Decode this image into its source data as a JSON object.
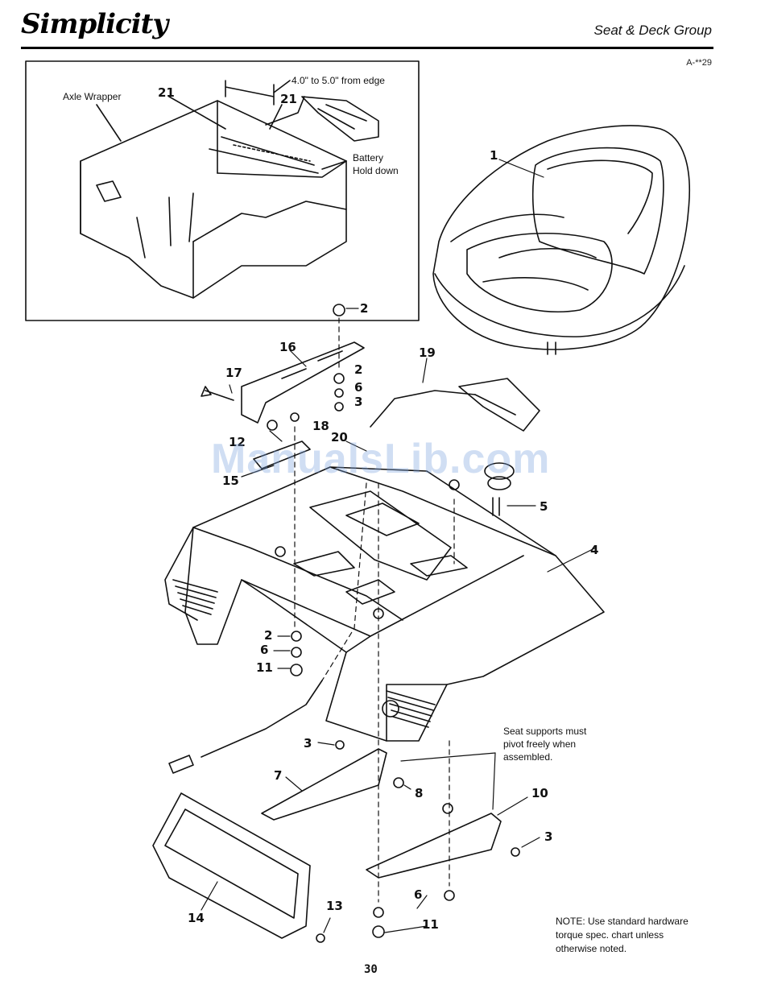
{
  "header": {
    "brand": "Simplicity",
    "section_title": "Seat & Deck Group",
    "figure_id": "A-**29"
  },
  "inset": {
    "label_axle_wrapper": "Axle Wrapper",
    "label_dimension": "4.0\" to 5.0\" from edge",
    "label_battery_line1": "Battery",
    "label_battery_line2": "Hold down",
    "callouts": [
      "21",
      "21"
    ]
  },
  "callouts": [
    {
      "id": "c1",
      "text": "1"
    },
    {
      "id": "c2a",
      "text": "2"
    },
    {
      "id": "c16",
      "text": "16"
    },
    {
      "id": "c17",
      "text": "17"
    },
    {
      "id": "c2b",
      "text": "2"
    },
    {
      "id": "c6a",
      "text": "6"
    },
    {
      "id": "c3a",
      "text": "3"
    },
    {
      "id": "c19",
      "text": "19"
    },
    {
      "id": "c18",
      "text": "18"
    },
    {
      "id": "c12",
      "text": "12"
    },
    {
      "id": "c20",
      "text": "20"
    },
    {
      "id": "c15",
      "text": "15"
    },
    {
      "id": "c5",
      "text": "5"
    },
    {
      "id": "c4",
      "text": "4"
    },
    {
      "id": "c2c",
      "text": "2"
    },
    {
      "id": "c6b",
      "text": "6"
    },
    {
      "id": "c11a",
      "text": "11"
    },
    {
      "id": "c3b",
      "text": "3"
    },
    {
      "id": "c7",
      "text": "7"
    },
    {
      "id": "c8",
      "text": "8"
    },
    {
      "id": "c10",
      "text": "10"
    },
    {
      "id": "c3c",
      "text": "3"
    },
    {
      "id": "c14",
      "text": "14"
    },
    {
      "id": "c6c",
      "text": "6"
    },
    {
      "id": "c11b",
      "text": "11"
    },
    {
      "id": "c13",
      "text": "13"
    }
  ],
  "seat_support_note": {
    "line1": "Seat supports must",
    "line2": "pivot freely when",
    "line3": "assembled."
  },
  "footer_note": {
    "line1": "NOTE: Use standard hardware",
    "line2": "torque spec. chart unless",
    "line3": "otherwise noted."
  },
  "watermark": "ManualsLib.com",
  "page_number": "30",
  "colors": {
    "ink": "#111111",
    "watermark": "#78a0dc"
  }
}
